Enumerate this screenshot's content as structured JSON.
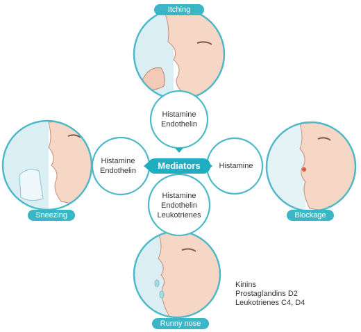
{
  "symptoms": {
    "top": "Itching",
    "left": "Sneezing",
    "right": "Blockage",
    "bottom": "Runny nose"
  },
  "center": "Mediators",
  "bubbles": {
    "top": [
      "Histamine",
      "Endothelin"
    ],
    "left": [
      "Histamine",
      "Endothelin"
    ],
    "right": [
      "Histamine"
    ],
    "bottom": [
      "Histamine",
      "Endothelin",
      "Leukotrienes"
    ]
  },
  "side_note": [
    "Kinins",
    "Prostaglandins D2",
    "Leukotrienes C4, D4"
  ],
  "colors": {
    "accent": "#3bb6c6",
    "ring": "#4cb8c8",
    "skin": "#f6d6c4"
  }
}
